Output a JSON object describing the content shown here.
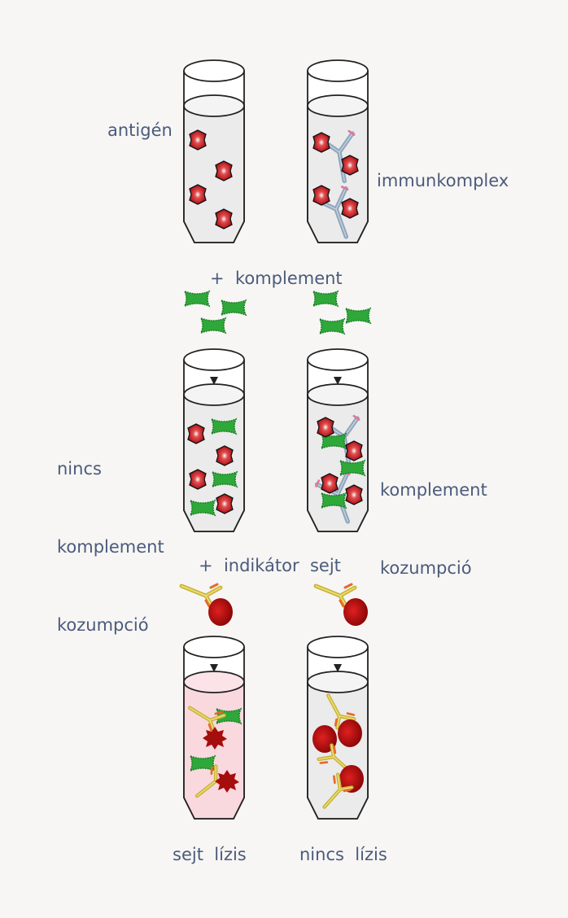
{
  "labels": {
    "antigen": "antigén",
    "immune_complex": "immunkomplex",
    "plus_complement": "+  komplement",
    "no_consumption": [
      "nincs",
      "komplement",
      "kozumpció"
    ],
    "consumption": [
      "komplement",
      "kozumpció"
    ],
    "plus_indicator": "+  indikátor  sejt",
    "lysis": "sejt  lízis",
    "no_lysis": "nincs  lízis"
  },
  "colors": {
    "text": "#4b5b7c",
    "antigen": "#c8161d",
    "complement": "#2fa83a",
    "antibody_blue": "#8fa6bd",
    "antibody_gold": "#c9b43a",
    "rbc": "#b50c0c",
    "lysed_fluid": "#f9d8de",
    "fluid": "#ebebeb"
  }
}
